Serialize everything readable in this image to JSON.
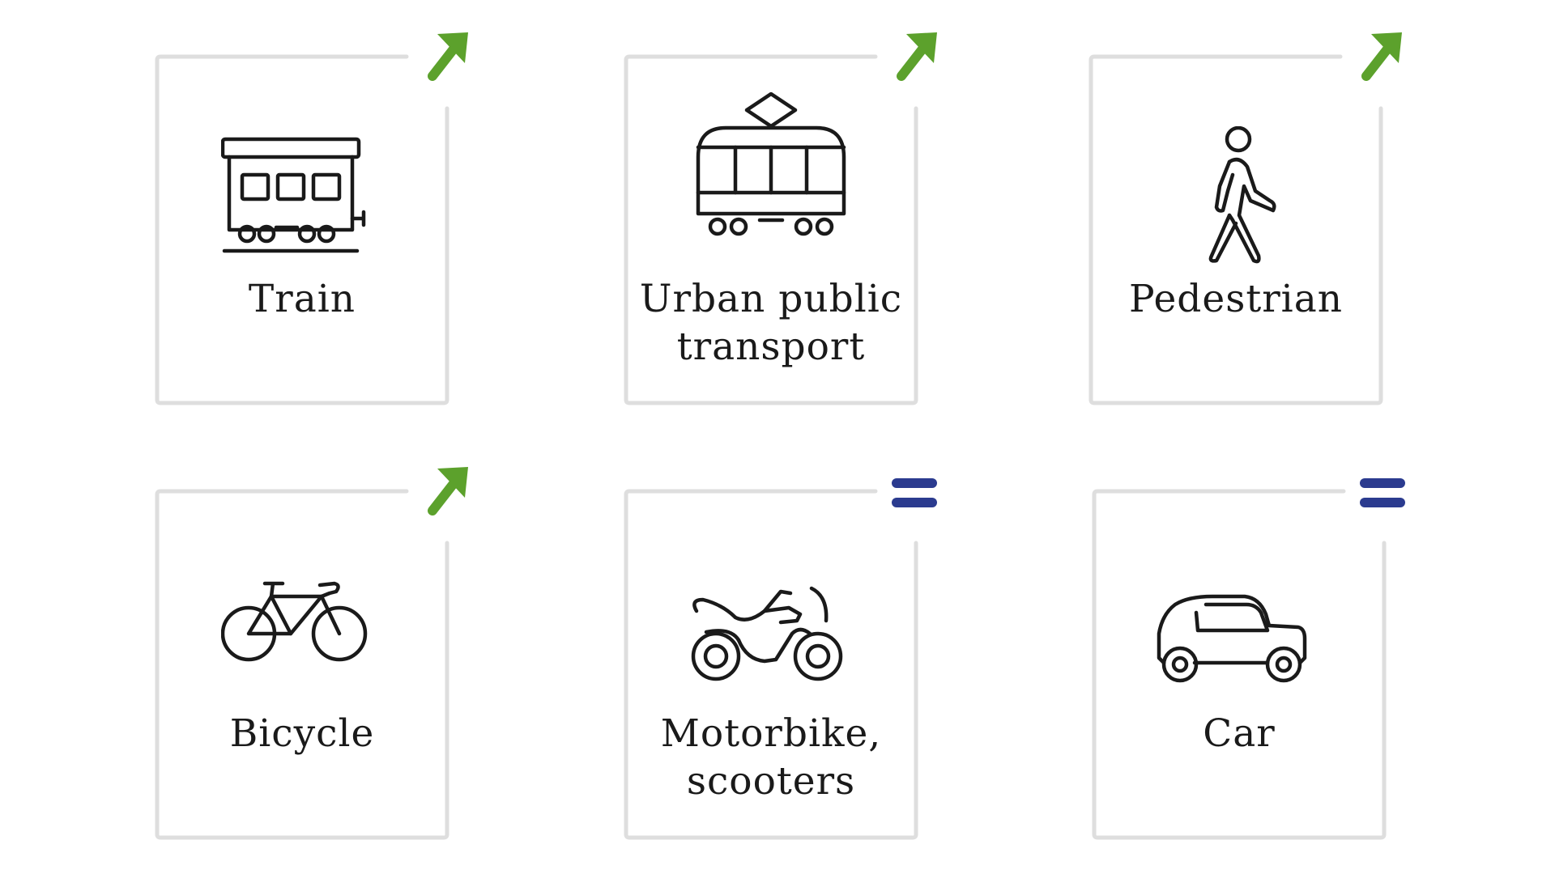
{
  "colors": {
    "trend_up": "#5ca12c",
    "trend_equal": "#2b3b8f",
    "frame": "#dedede",
    "icon_stroke": "#1a1a1a",
    "label": "#1a1a1a"
  },
  "trend_legend": {
    "up": "green-arrow-up-right-icon",
    "equal": "blue-equals-icon"
  },
  "modes": [
    {
      "label_lines": [
        "Train"
      ],
      "icon": "train-icon",
      "trend": "up"
    },
    {
      "label_lines": [
        "Urban public",
        "transport"
      ],
      "icon": "tram-icon",
      "trend": "up"
    },
    {
      "label_lines": [
        "Pedestrian"
      ],
      "icon": "pedestrian-icon",
      "trend": "up"
    },
    {
      "label_lines": [
        "Bicycle"
      ],
      "icon": "bicycle-icon",
      "trend": "up"
    },
    {
      "label_lines": [
        "Motorbike,",
        "scooters"
      ],
      "icon": "motorbike-icon",
      "trend": "equal"
    },
    {
      "label_lines": [
        "Car"
      ],
      "icon": "car-icon",
      "trend": "equal"
    }
  ]
}
